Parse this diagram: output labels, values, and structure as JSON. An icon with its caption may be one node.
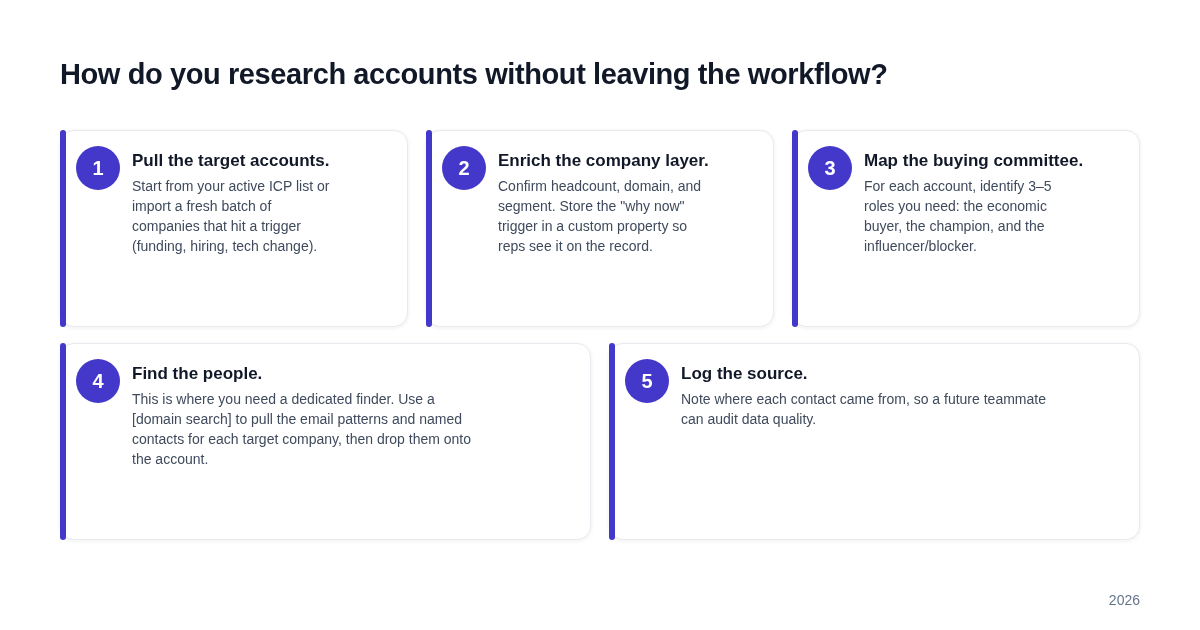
{
  "diagram": {
    "title": "How do you research accounts without leaving the workflow?",
    "nodes": [
      {
        "text": [
          "Pull the target accounts.",
          "Start from your active ICP list or import a fresh batch of companies that hit a trigger (funding, hiring, tech change)."
        ]
      },
      {
        "text": [
          "1"
        ],
        "in": 0
      },
      {
        "text": [
          "Enrich the company layer.",
          "Confirm headcount, domain, and segment. Store the \"why now\" trigger in a custom property so reps see it on the record."
        ]
      },
      {
        "text": [
          "2"
        ],
        "in": 2
      },
      {
        "text": [
          "Map the buying committee.",
          "For each account, identify 3–5 roles you need: the economic buyer, the champion, and the influencer/blocker."
        ]
      },
      {
        "text": [
          "3"
        ],
        "in": 4
      },
      {
        "text": [
          "Find the people.",
          "This is where you need a dedicated finder. Use a [domain search] to pull the email patterns and named contacts for each target company, then drop them onto the account."
        ]
      },
      {
        "text": [
          "4"
        ],
        "in": 6
      },
      {
        "text": [
          "Log the source.",
          "Note where each contact came from, so a future teammate can audit data quality."
        ]
      },
      {
        "text": [
          "5"
        ],
        "in": 8
      }
    ],
    "labels": [
      "2026"
    ]
  }
}
